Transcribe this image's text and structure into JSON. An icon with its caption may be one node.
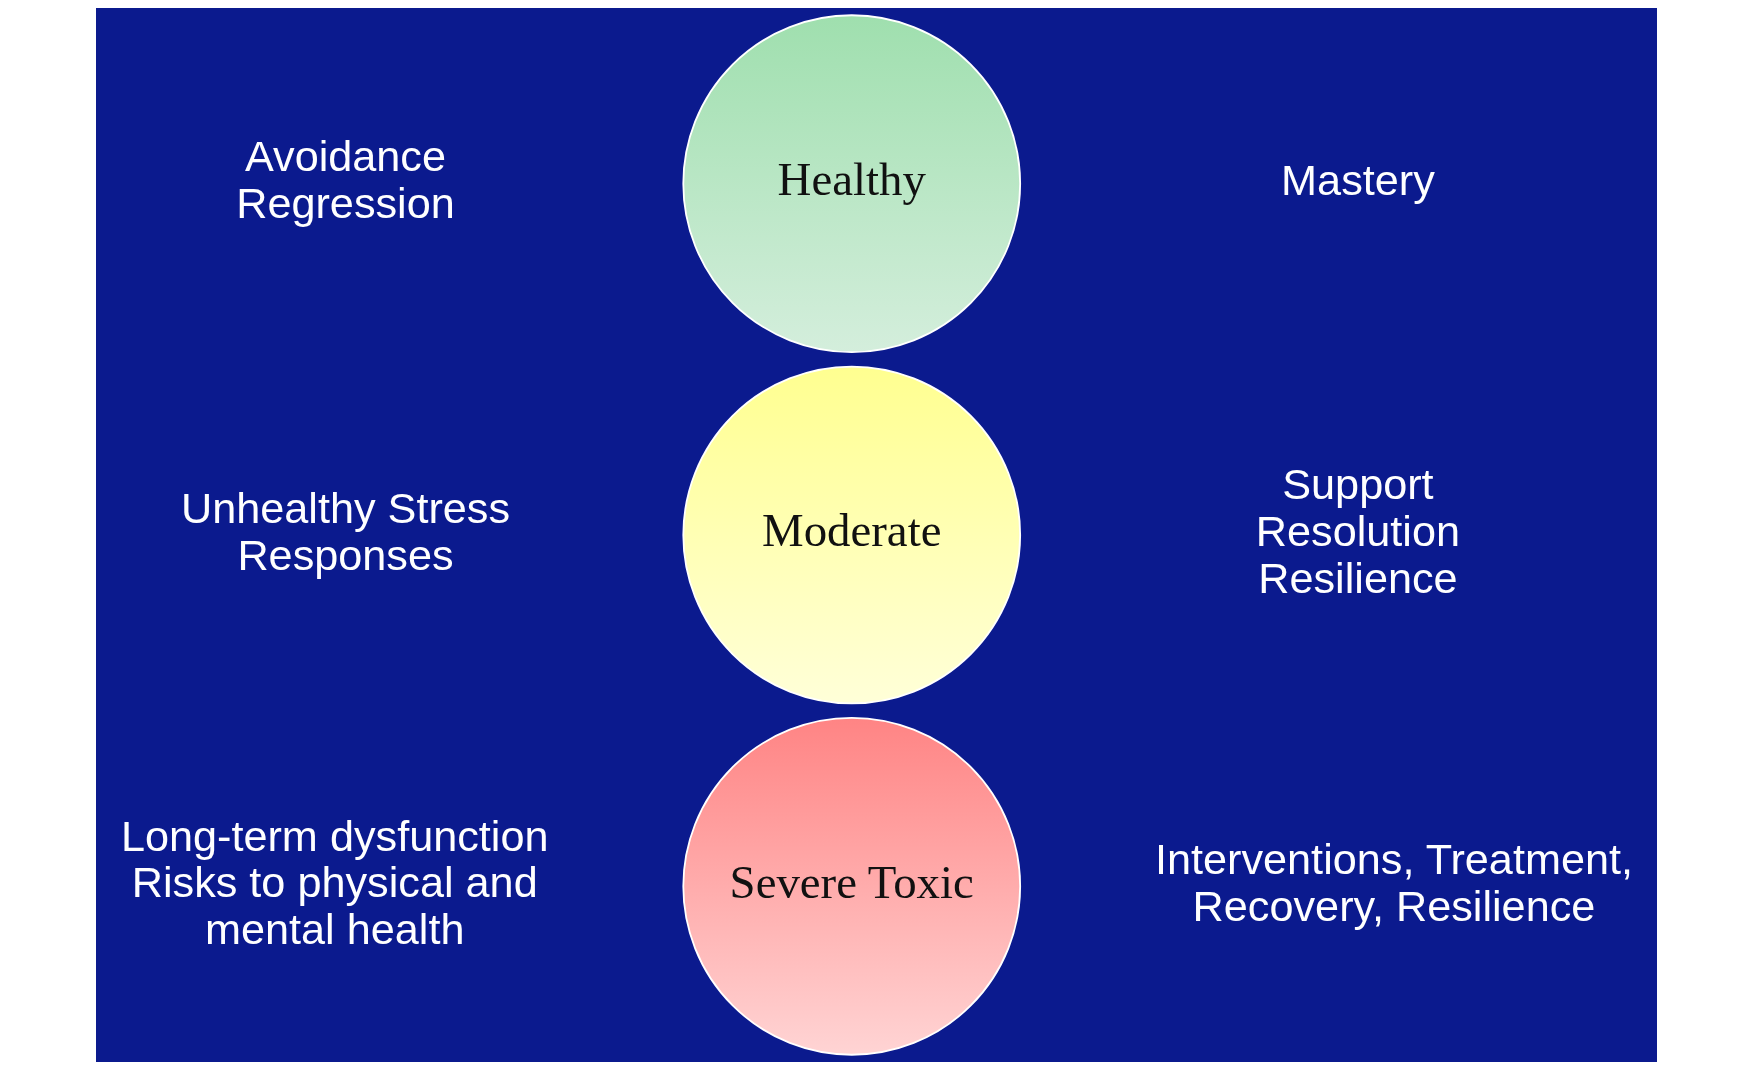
{
  "diagram": {
    "nodes": [
      {
        "text": [
          "Healthy"
        ]
      },
      {
        "text": [
          "Moderate"
        ]
      },
      {
        "text": [
          "Severe Toxic"
        ]
      }
    ],
    "edges": [],
    "labels": [
      "Avoidance Regression",
      "Mastery",
      "Unhealthy Stress Responses",
      "Support Resolution Resilience",
      "Long-term dysfunction Risks to physical and mental health",
      "Interventions, Treatment, Recovery, Resilience"
    ]
  }
}
